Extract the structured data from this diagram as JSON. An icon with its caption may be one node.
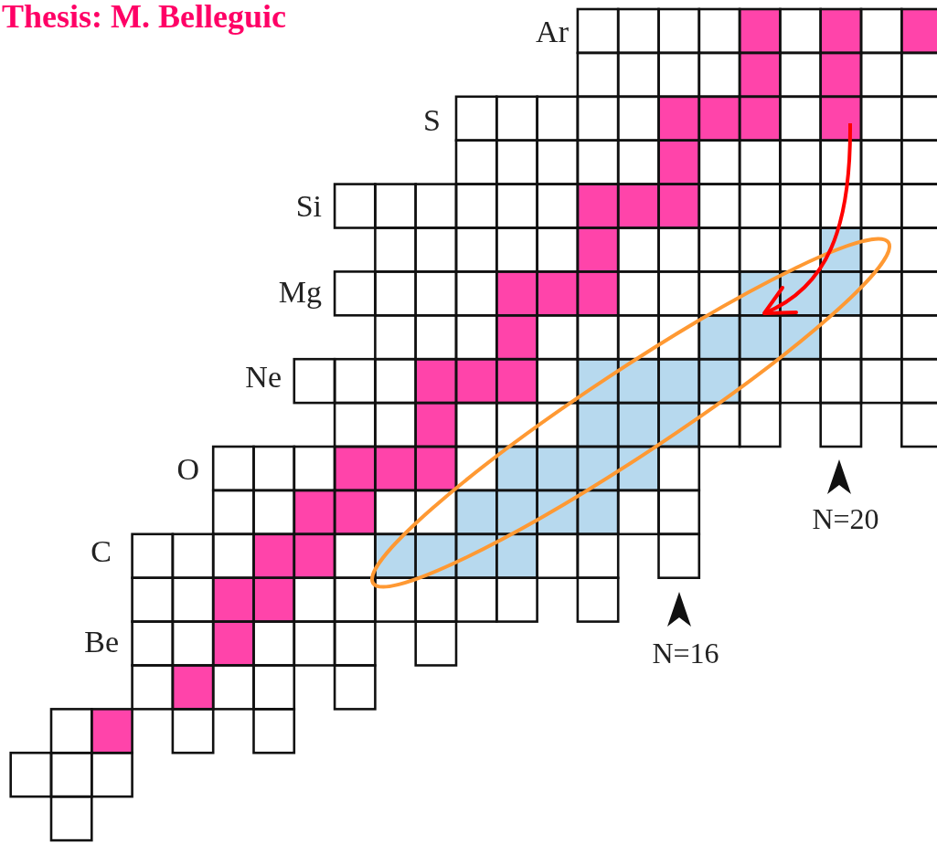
{
  "diagram": {
    "title": "Thesis: M. Belleguic",
    "labels": [
      "Ar",
      "S",
      "Si",
      "Mg",
      "Ne",
      "O",
      "C",
      "Be",
      "N=16",
      "N=20"
    ]
  }
}
